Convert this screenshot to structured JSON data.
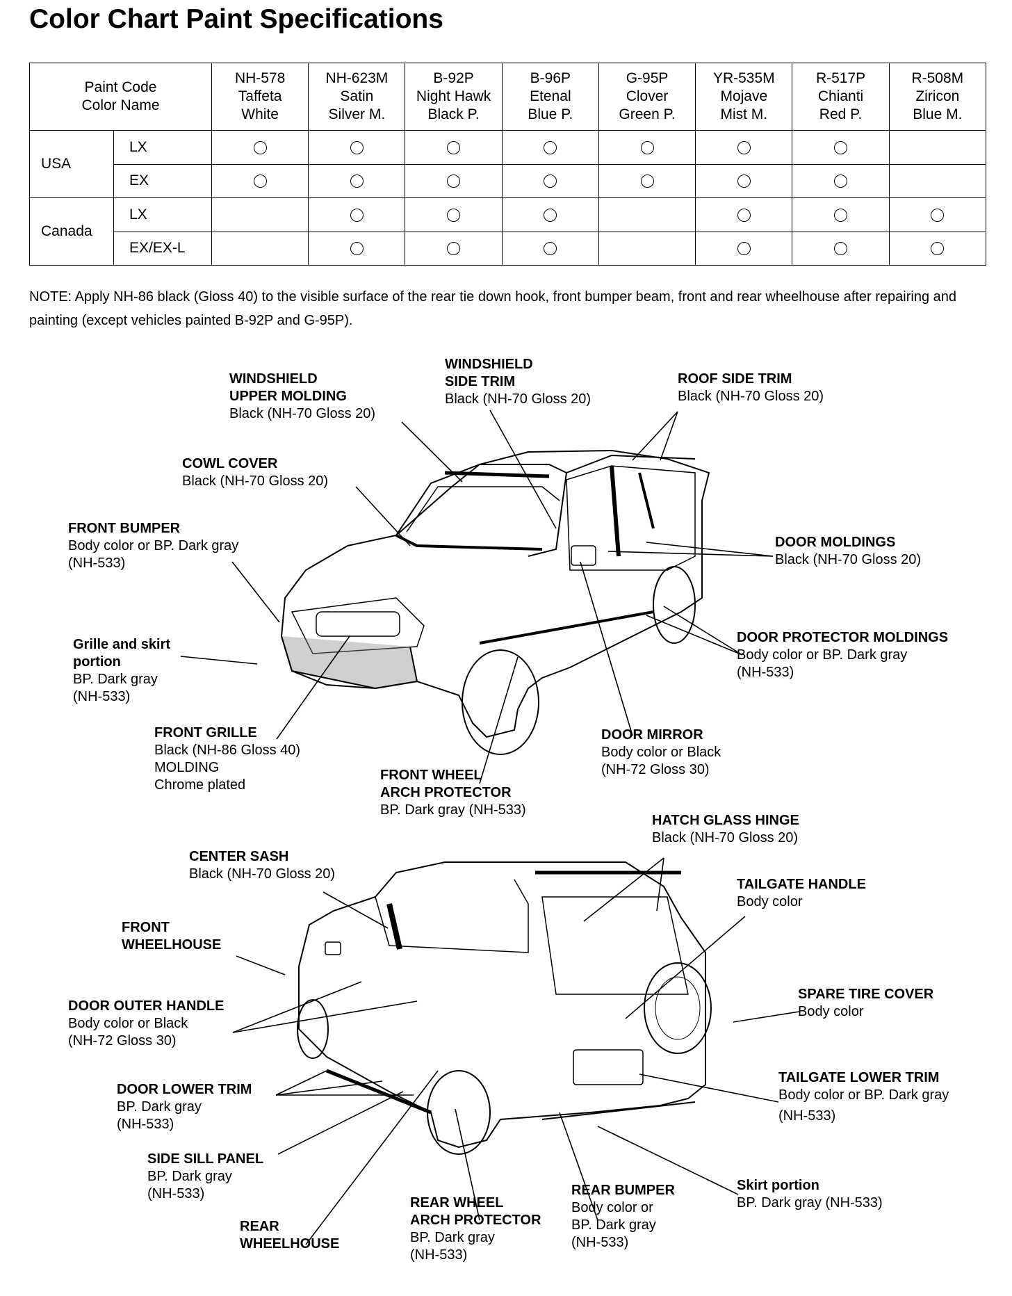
{
  "title": "Color Chart Paint Specifications",
  "table": {
    "header_line1": "Paint Code",
    "header_line2": "Color Name",
    "columns": [
      {
        "code": "NH-578",
        "l1": "Taffeta",
        "l2": "White"
      },
      {
        "code": "NH-623M",
        "l1": "Satin",
        "l2": "Silver M."
      },
      {
        "code": "B-92P",
        "l1": "Night Hawk",
        "l2": "Black P."
      },
      {
        "code": "B-96P",
        "l1": "Etenal",
        "l2": "Blue P."
      },
      {
        "code": "G-95P",
        "l1": "Clover",
        "l2": "Green P."
      },
      {
        "code": "YR-535M",
        "l1": "Mojave",
        "l2": "Mist M."
      },
      {
        "code": "R-517P",
        "l1": "Chianti",
        "l2": "Red P."
      },
      {
        "code": "R-508M",
        "l1": "Ziricon",
        "l2": "Blue M."
      }
    ],
    "groups": [
      {
        "market": "USA",
        "rows": [
          {
            "trim": "LX",
            "avail": [
              1,
              1,
              1,
              1,
              1,
              1,
              1,
              0
            ]
          },
          {
            "trim": "EX",
            "avail": [
              1,
              1,
              1,
              1,
              1,
              1,
              1,
              0
            ]
          }
        ]
      },
      {
        "market": "Canada",
        "rows": [
          {
            "trim": "LX",
            "avail": [
              0,
              1,
              1,
              1,
              0,
              1,
              1,
              1
            ]
          },
          {
            "trim": "EX/EX-L",
            "avail": [
              0,
              1,
              1,
              1,
              0,
              1,
              1,
              1
            ]
          }
        ]
      }
    ]
  },
  "note": "NOTE: Apply NH-86 black (Gloss 40) to the visible surface of the rear tie down hook, front bumper beam, front and rear wheelhouse after repairing and painting (except vehicles painted B-92P and G-95P).",
  "labels": {
    "windshield_upper_molding": {
      "h1": "WINDSHIELD",
      "h2": "UPPER MOLDING",
      "t1": "Black (NH-70 Gloss 20)"
    },
    "windshield_side_trim": {
      "h1": "WINDSHIELD",
      "h2": "SIDE TRIM",
      "t1": "Black (NH-70 Gloss 20)"
    },
    "roof_side_trim": {
      "h1": "ROOF SIDE TRIM",
      "t1": "Black (NH-70 Gloss 20)"
    },
    "cowl_cover": {
      "h1": "COWL COVER",
      "t1": "Black (NH-70 Gloss 20)"
    },
    "front_bumper": {
      "h1": "FRONT BUMPER",
      "t1": "Body color or BP. Dark gray",
      "t2": "(NH-533)"
    },
    "door_moldings": {
      "h1": "DOOR MOLDINGS",
      "t1": "Black (NH-70 Gloss 20)"
    },
    "grille_skirt": {
      "h1": "Grille and skirt",
      "h2": "portion",
      "t1": "BP. Dark gray",
      "t2": "(NH-533)"
    },
    "door_protector_moldings": {
      "h1": "DOOR PROTECTOR MOLDINGS",
      "t1": "Body color or BP. Dark gray",
      "t2": "(NH-533)"
    },
    "front_grille": {
      "h1": "FRONT GRILLE",
      "t1": "Black (NH-86 Gloss 40)",
      "t2": "MOLDING",
      "t3": "Chrome plated"
    },
    "door_mirror": {
      "h1": "DOOR MIRROR",
      "t1": "Body color or Black",
      "t2": "(NH-72 Gloss 30)"
    },
    "front_wheel_arch_protector": {
      "h1": "FRONT WHEEL",
      "h2": "ARCH PROTECTOR",
      "t1": "BP. Dark gray (NH-533)"
    },
    "hatch_glass_hinge": {
      "h1": "HATCH GLASS HINGE",
      "t1": "Black (NH-70 Gloss 20)"
    },
    "center_sash": {
      "h1": "CENTER SASH",
      "t1": "Black (NH-70 Gloss 20)"
    },
    "tailgate_handle": {
      "h1": "TAILGATE HANDLE",
      "t1": "Body color"
    },
    "front_wheelhouse": {
      "h1": "FRONT",
      "h2": "WHEELHOUSE"
    },
    "spare_tire_cover": {
      "h1": "SPARE TIRE COVER",
      "t1": "Body color"
    },
    "door_outer_handle": {
      "h1": "DOOR OUTER HANDLE",
      "t1": "Body color or Black",
      "t2": "(NH-72 Gloss 30)"
    },
    "tailgate_lower_trim": {
      "h1": "TAILGATE LOWER TRIM",
      "t1": "Body color or BP. Dark gray",
      "t2": "(NH-533)"
    },
    "door_lower_trim": {
      "h1": "DOOR LOWER TRIM",
      "t1": "BP. Dark gray",
      "t2": "(NH-533)"
    },
    "side_sill_panel": {
      "h1": "SIDE SILL PANEL",
      "t1": "BP. Dark gray",
      "t2": "(NH-533)"
    },
    "skirt_portion": {
      "h1": "Skirt portion",
      "t1": "BP. Dark gray (NH-533)"
    },
    "rear_wheelhouse": {
      "h1": "REAR",
      "h2": "WHEELHOUSE"
    },
    "rear_wheel_arch_protector": {
      "h1": "REAR WHEEL",
      "h2": "ARCH PROTECTOR",
      "t1": "BP. Dark gray",
      "t2": "(NH-533)"
    },
    "rear_bumper": {
      "h1": "REAR BUMPER",
      "t1": "Body color or",
      "t2": "BP. Dark gray",
      "t3": "(NH-533)"
    }
  }
}
